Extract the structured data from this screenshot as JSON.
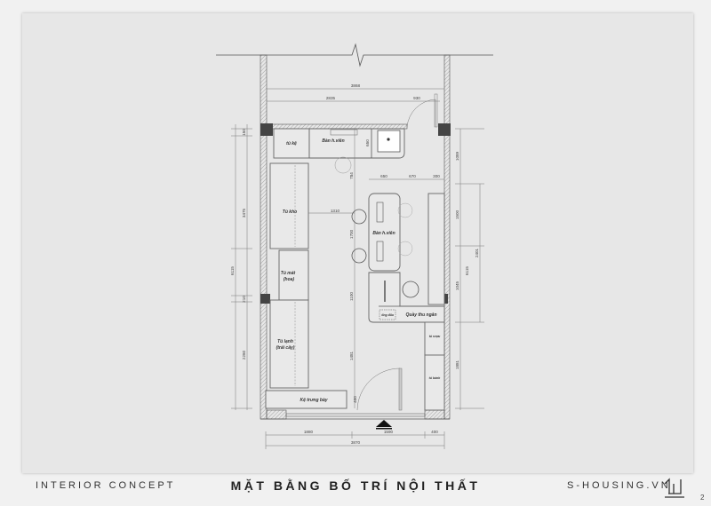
{
  "footer": {
    "left_label": "INTERIOR CONCEPT",
    "title": "MẶT BẰNG BỐ TRÍ NỘI THẤT",
    "brand": "S-HOUSING.VN",
    "page_number": "2"
  },
  "rooms": {
    "tu_ke": "tủ kệ",
    "ban_hvien_top": "Bàn h.viên",
    "tu_kho": "Tủ kho",
    "tu_mat_1": "Tủ mát",
    "tu_mat_2": "(hoa)",
    "tu_lanh_1": "Tủ lạnh",
    "tu_lanh_2": "(trái cây)",
    "ban_hvien_center": "Bàn h.viên",
    "ong_dua": "ống đũa",
    "quay_thu_ngan": "Quầy thu ngân",
    "tu_ruou": "tủ rượu",
    "tu_banh": "tủ bánh",
    "ke_trung_bay": "Kệ trưng bày"
  },
  "dimensions": {
    "top_overall": "3868",
    "top_left": "2835",
    "top_door": "930",
    "left_150": "150",
    "left_3475": "3475",
    "left_overall": "6115",
    "left_210": "210",
    "left_2280": "2280",
    "right_1089": "1089",
    "right_1500": "1500",
    "right_2401": "2401",
    "right_1045": "1045",
    "right_overall": "6115",
    "right_1881": "1881",
    "inner_650v": "650",
    "inner_784": "784",
    "inner_1310": "1310",
    "inner_1700": "1700",
    "inner_1100": "1100",
    "inner_1481": "1481",
    "inner_400": "400",
    "island_650": "650",
    "island_670": "670",
    "island_300": "300",
    "bottom_1880": "1880",
    "bottom_1590": "1590",
    "bottom_400": "400",
    "bottom_overall": "3870"
  }
}
